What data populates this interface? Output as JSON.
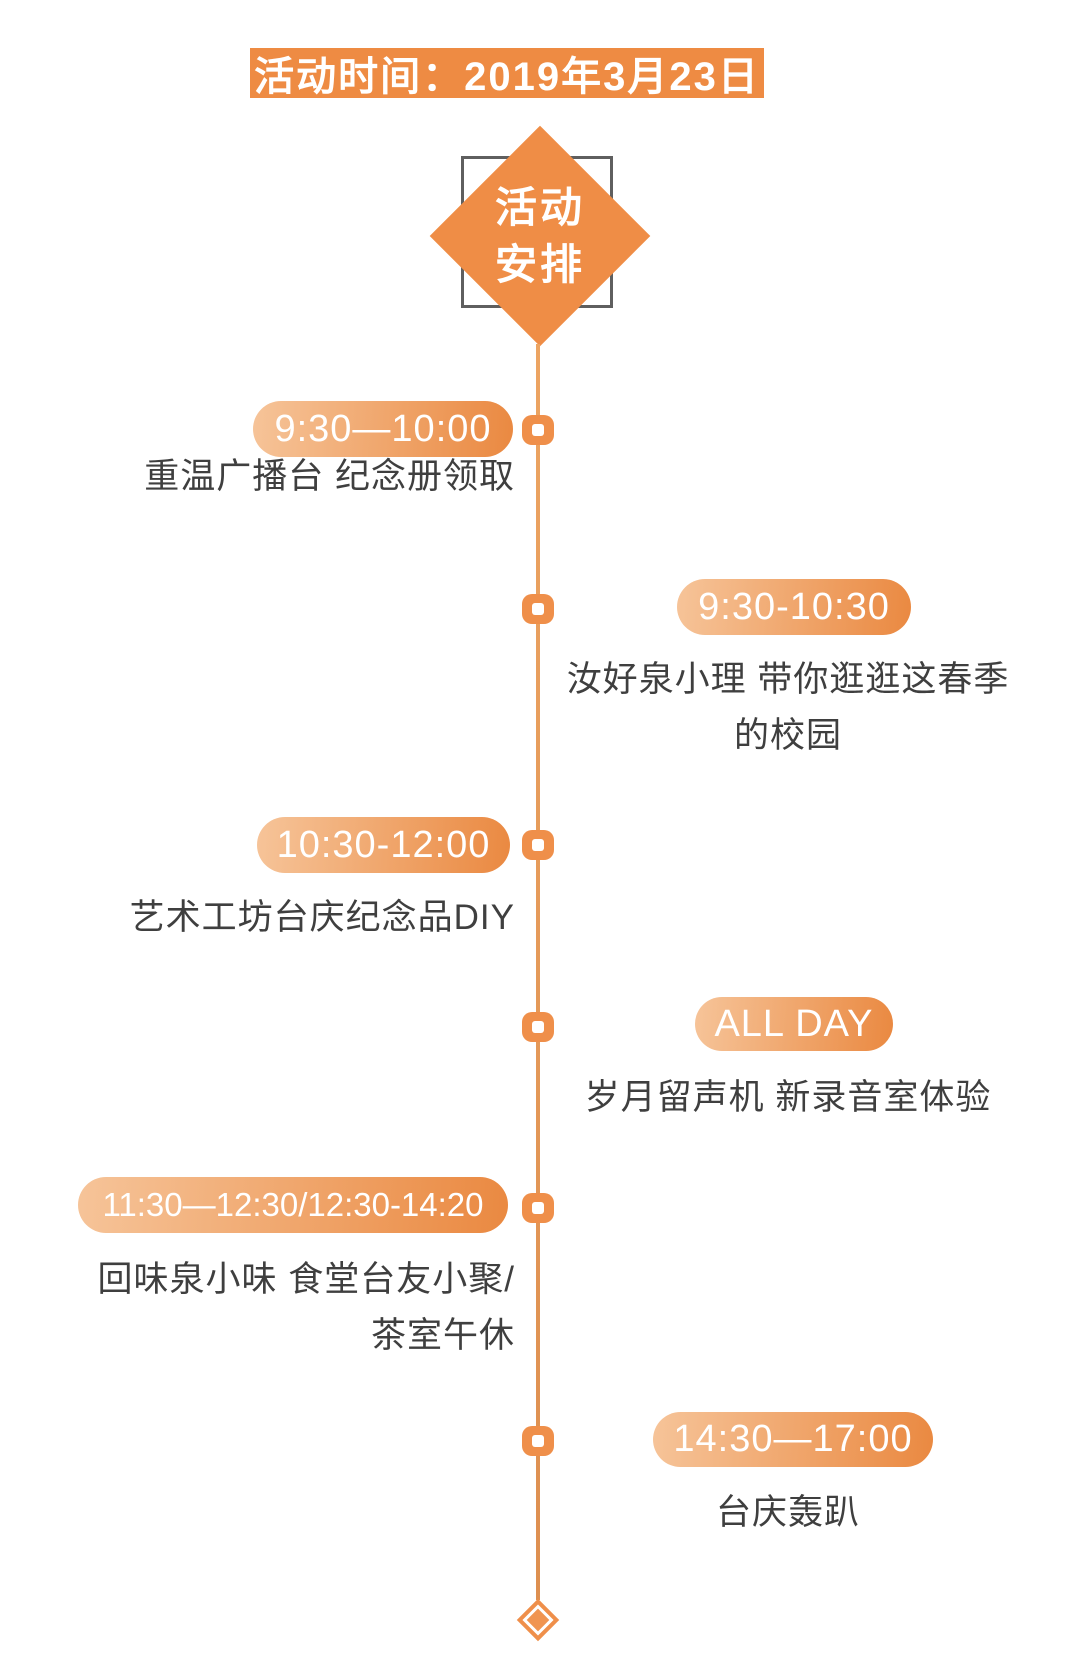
{
  "banner": {
    "text": "活动时间：2019年3月23日"
  },
  "header_diamond": {
    "line1": "活动",
    "line2": "安排"
  },
  "colors": {
    "accent_orange": "#ee8b43",
    "pill_gradient_start": "#f6c499",
    "pill_gradient_end": "#ea8941",
    "spine_orange": "#e09356",
    "frame_gray": "#5f5f5f",
    "text_dark": "#3f3f3f",
    "text_on_orange": "#ffffff"
  },
  "timeline": {
    "entries": [
      {
        "side": "left",
        "time": "9:30—10:00",
        "lines": [
          "重温广播台 纪念册领取"
        ]
      },
      {
        "side": "right",
        "time": "9:30-10:30",
        "lines": [
          "汝好泉小理 带你逛逛这春季",
          "的校园"
        ]
      },
      {
        "side": "left",
        "time": "10:30-12:00",
        "lines": [
          "艺术工坊台庆纪念品DIY"
        ]
      },
      {
        "side": "right",
        "time": "ALL DAY",
        "lines": [
          "岁月留声机 新录音室体验"
        ]
      },
      {
        "side": "left",
        "time": "11:30—12:30/12:30-14:20",
        "lines": [
          "回味泉小味 食堂台友小聚/",
          "茶室午休"
        ]
      },
      {
        "side": "right",
        "time": "14:30—17:00",
        "lines": [
          "台庆轰趴"
        ]
      }
    ]
  }
}
